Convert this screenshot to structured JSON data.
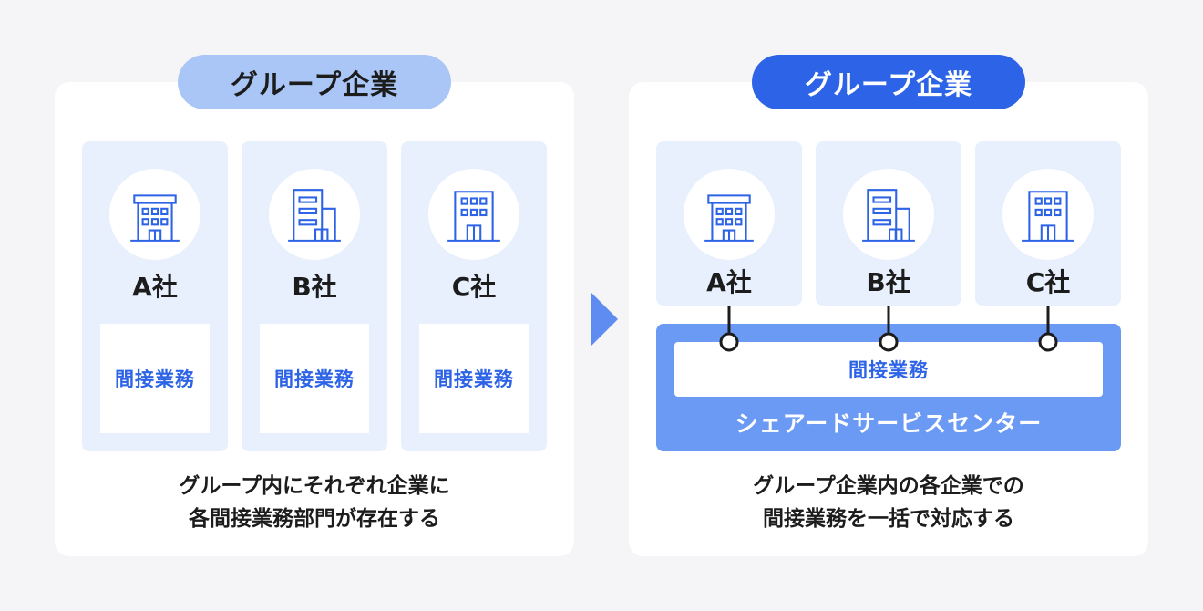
{
  "left": {
    "pill_label": "グループ企業",
    "companies": [
      {
        "name": "A社",
        "icon": "office-building-icon",
        "task": "間接業務"
      },
      {
        "name": "B社",
        "icon": "office-building-annex-icon",
        "task": "間接業務"
      },
      {
        "name": "C社",
        "icon": "office-tower-icon",
        "task": "間接業務"
      }
    ],
    "caption_line1": "グループ内にそれぞれ企業に",
    "caption_line2": "各間接業務部門が存在する"
  },
  "right": {
    "pill_label": "グループ企業",
    "companies": [
      {
        "name": "A社",
        "icon": "office-building-icon"
      },
      {
        "name": "B社",
        "icon": "office-building-annex-icon"
      },
      {
        "name": "C社",
        "icon": "office-tower-icon"
      }
    ],
    "shared_task": "間接業務",
    "shared_center_label": "シェアードサービスセンター",
    "caption_line1": "グループ企業内の各企業での",
    "caption_line2": "間接業務を一括で対応する"
  },
  "colors": {
    "accent": "#2d63e6",
    "pill_light": "#a9c6f7",
    "card_bg": "#e8f0fd",
    "center_bg": "#6b9af5",
    "arrow": "#5f8cf0"
  }
}
